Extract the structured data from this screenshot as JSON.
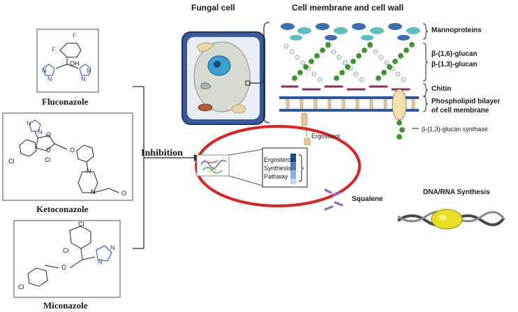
{
  "headers": {
    "fungal_cell": "Fungal cell",
    "cell_membrane_wall": "Cell membrane and cell wall"
  },
  "drugs": [
    {
      "name": "Fluconazole",
      "atoms": {
        "f1": "F",
        "f2": "F",
        "oh": "OH",
        "n1": "N",
        "n2": "N",
        "n3": "N",
        "n4": "N"
      }
    },
    {
      "name": "Ketoconazole",
      "atoms": {
        "n1": "N",
        "n2": "N",
        "cl1": "Cl",
        "cl2": "Cl",
        "o1": "O",
        "o2": "O",
        "o3": "O",
        "n3": "N",
        "n4": "N",
        "o4": "O"
      }
    },
    {
      "name": "Miconazole",
      "atoms": {
        "cl1": "Cl",
        "cl2": "Cl",
        "cl3": "Cl",
        "o": "O",
        "n1": "N",
        "n2": "N"
      }
    }
  ],
  "inhibition_label": "Inhibition",
  "wall_layers": {
    "mannoproteins": "Mannoproteins",
    "beta16": "β-(1,6)-glucan",
    "beta13": "β-(1,3)-glucan",
    "chitin": "Chitin",
    "bilayer_line1": "Phospholipid bilayer",
    "bilayer_line2": "of cell membrane",
    "ergosterol": "Ergosterol",
    "synthase": "β-(1,3)-glucan synthase"
  },
  "pathway": {
    "line1": "Ergosterol",
    "line2": "Synthesis",
    "line3": "Pathway"
  },
  "squalene": "Squalene",
  "dna_rna": "DNA/RNA Synthesis",
  "colors": {
    "inhibition_ring": "#e02020",
    "glucan_green": "#3a9a2a",
    "glucan_white": "#e8f0ec",
    "mannoprotein_blue": "#3c6fb0",
    "mannoprotein_teal": "#5bbfc0",
    "chitin_purple": "#8a2a5a",
    "bilayer_blue": "#2a5aa0",
    "ergosterol_tan": "#e8c89a",
    "nitrogen_blue": "#2040c0",
    "fluorine_magenta": "#c020a0",
    "squalene_purple": "#9060d0"
  }
}
